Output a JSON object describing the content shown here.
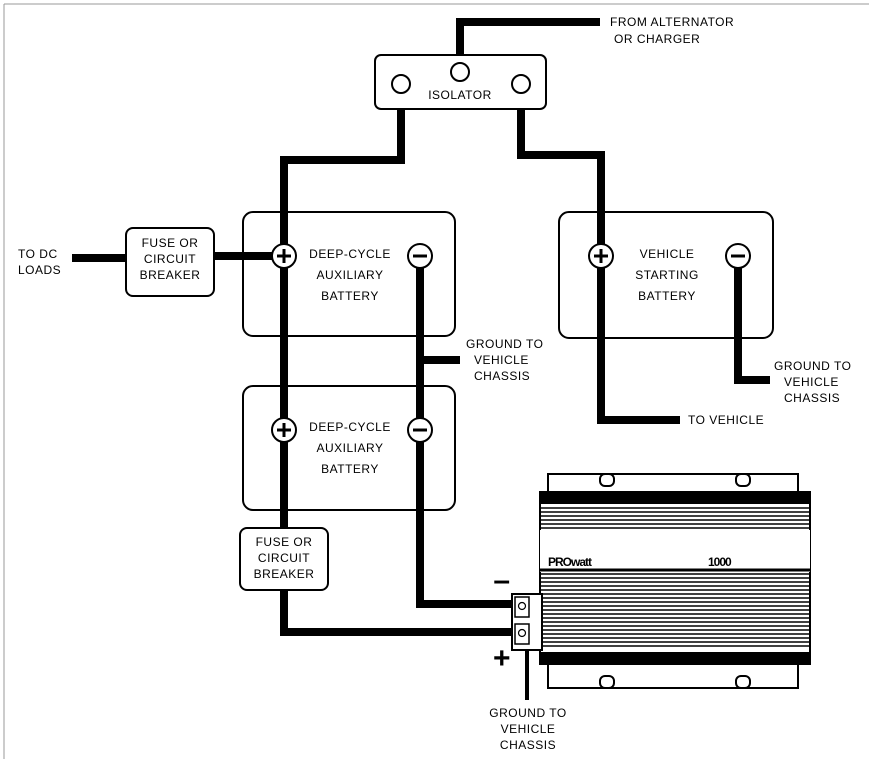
{
  "labels": {
    "alternator_l1": "FROM ALTERNATOR",
    "alternator_l2": "OR CHARGER",
    "isolator": "ISOLATOR",
    "dc_loads_l1": "TO DC",
    "dc_loads_l2": "LOADS",
    "fuse_top_l1": "FUSE OR",
    "fuse_top_l2": "CIRCUIT",
    "fuse_top_l3": "BREAKER",
    "aux_batt1_l1": "DEEP-CYCLE",
    "aux_batt1_l2": "AUXILIARY",
    "aux_batt1_l3": "BATTERY",
    "aux_batt2_l1": "DEEP-CYCLE",
    "aux_batt2_l2": "AUXILIARY",
    "aux_batt2_l3": "BATTERY",
    "veh_batt_l1": "VEHICLE",
    "veh_batt_l2": "STARTING",
    "veh_batt_l3": "BATTERY",
    "ground1_l1": "GROUND TO",
    "ground1_l2": "VEHICLE",
    "ground1_l3": "CHASSIS",
    "ground2_l1": "GROUND TO",
    "ground2_l2": "VEHICLE",
    "ground2_l3": "CHASSIS",
    "ground3_l1": "GROUND TO",
    "ground3_l2": "VEHICLE",
    "ground3_l3": "CHASSIS",
    "to_vehicle": "TO VEHICLE",
    "fuse_bottom_l1": "FUSE OR",
    "fuse_bottom_l2": "CIRCUIT",
    "fuse_bottom_l3": "BREAKER",
    "inverter_brand": "PROwatt",
    "inverter_model": "1000",
    "neg_sign": "–",
    "pos_sign": "+"
  },
  "colors": {
    "wire": "#000000",
    "outline": "#000000",
    "background": "#ffffff"
  }
}
